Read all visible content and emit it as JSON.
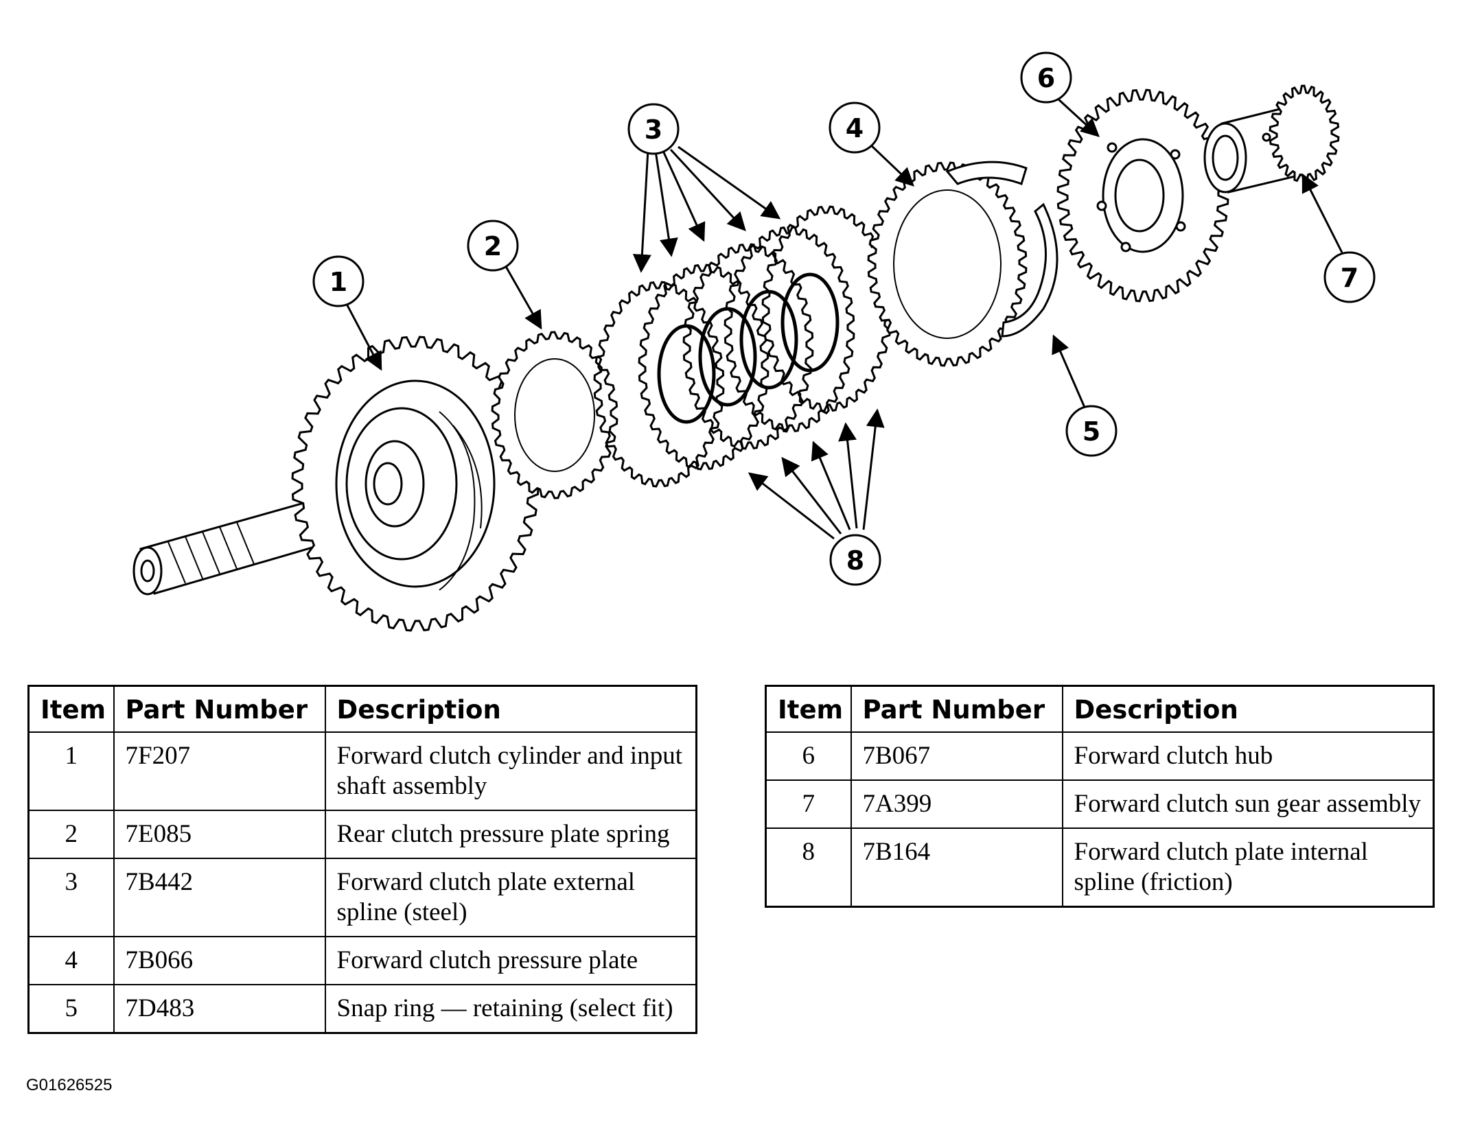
{
  "diagram": {
    "callouts": [
      {
        "label": "1",
        "part": "Forward clutch cylinder and input shaft assembly"
      },
      {
        "label": "2",
        "part": "Rear clutch pressure plate spring"
      },
      {
        "label": "3",
        "part": "Forward clutch plate external spline (steel)"
      },
      {
        "label": "4",
        "part": "Forward clutch pressure plate"
      },
      {
        "label": "5",
        "part": "Snap ring — retaining (select fit)"
      },
      {
        "label": "6",
        "part": "Forward clutch hub"
      },
      {
        "label": "7",
        "part": "Forward clutch sun gear assembly"
      },
      {
        "label": "8",
        "part": "Forward clutch plate internal spline (friction)"
      }
    ]
  },
  "table_left": {
    "headers": {
      "item": "Item",
      "part_number": "Part Number",
      "description": "Description"
    },
    "rows": [
      {
        "item": "1",
        "part_number": "7F207",
        "description": "Forward clutch cylinder and input shaft assembly"
      },
      {
        "item": "2",
        "part_number": "7E085",
        "description": "Rear clutch pressure plate spring"
      },
      {
        "item": "3",
        "part_number": "7B442",
        "description": "Forward clutch plate external spline (steel)"
      },
      {
        "item": "4",
        "part_number": "7B066",
        "description": "Forward clutch pressure plate"
      },
      {
        "item": "5",
        "part_number": "7D483",
        "description": "Snap ring — retaining (select fit)"
      }
    ]
  },
  "table_right": {
    "headers": {
      "item": "Item",
      "part_number": "Part Number",
      "description": "Description"
    },
    "rows": [
      {
        "item": "6",
        "part_number": "7B067",
        "description": "Forward clutch hub"
      },
      {
        "item": "7",
        "part_number": "7A399",
        "description": "Forward clutch sun gear assembly"
      },
      {
        "item": "8",
        "part_number": "7B164",
        "description": "Forward clutch plate internal spline (friction)"
      }
    ]
  },
  "figure_id": "G01626525"
}
